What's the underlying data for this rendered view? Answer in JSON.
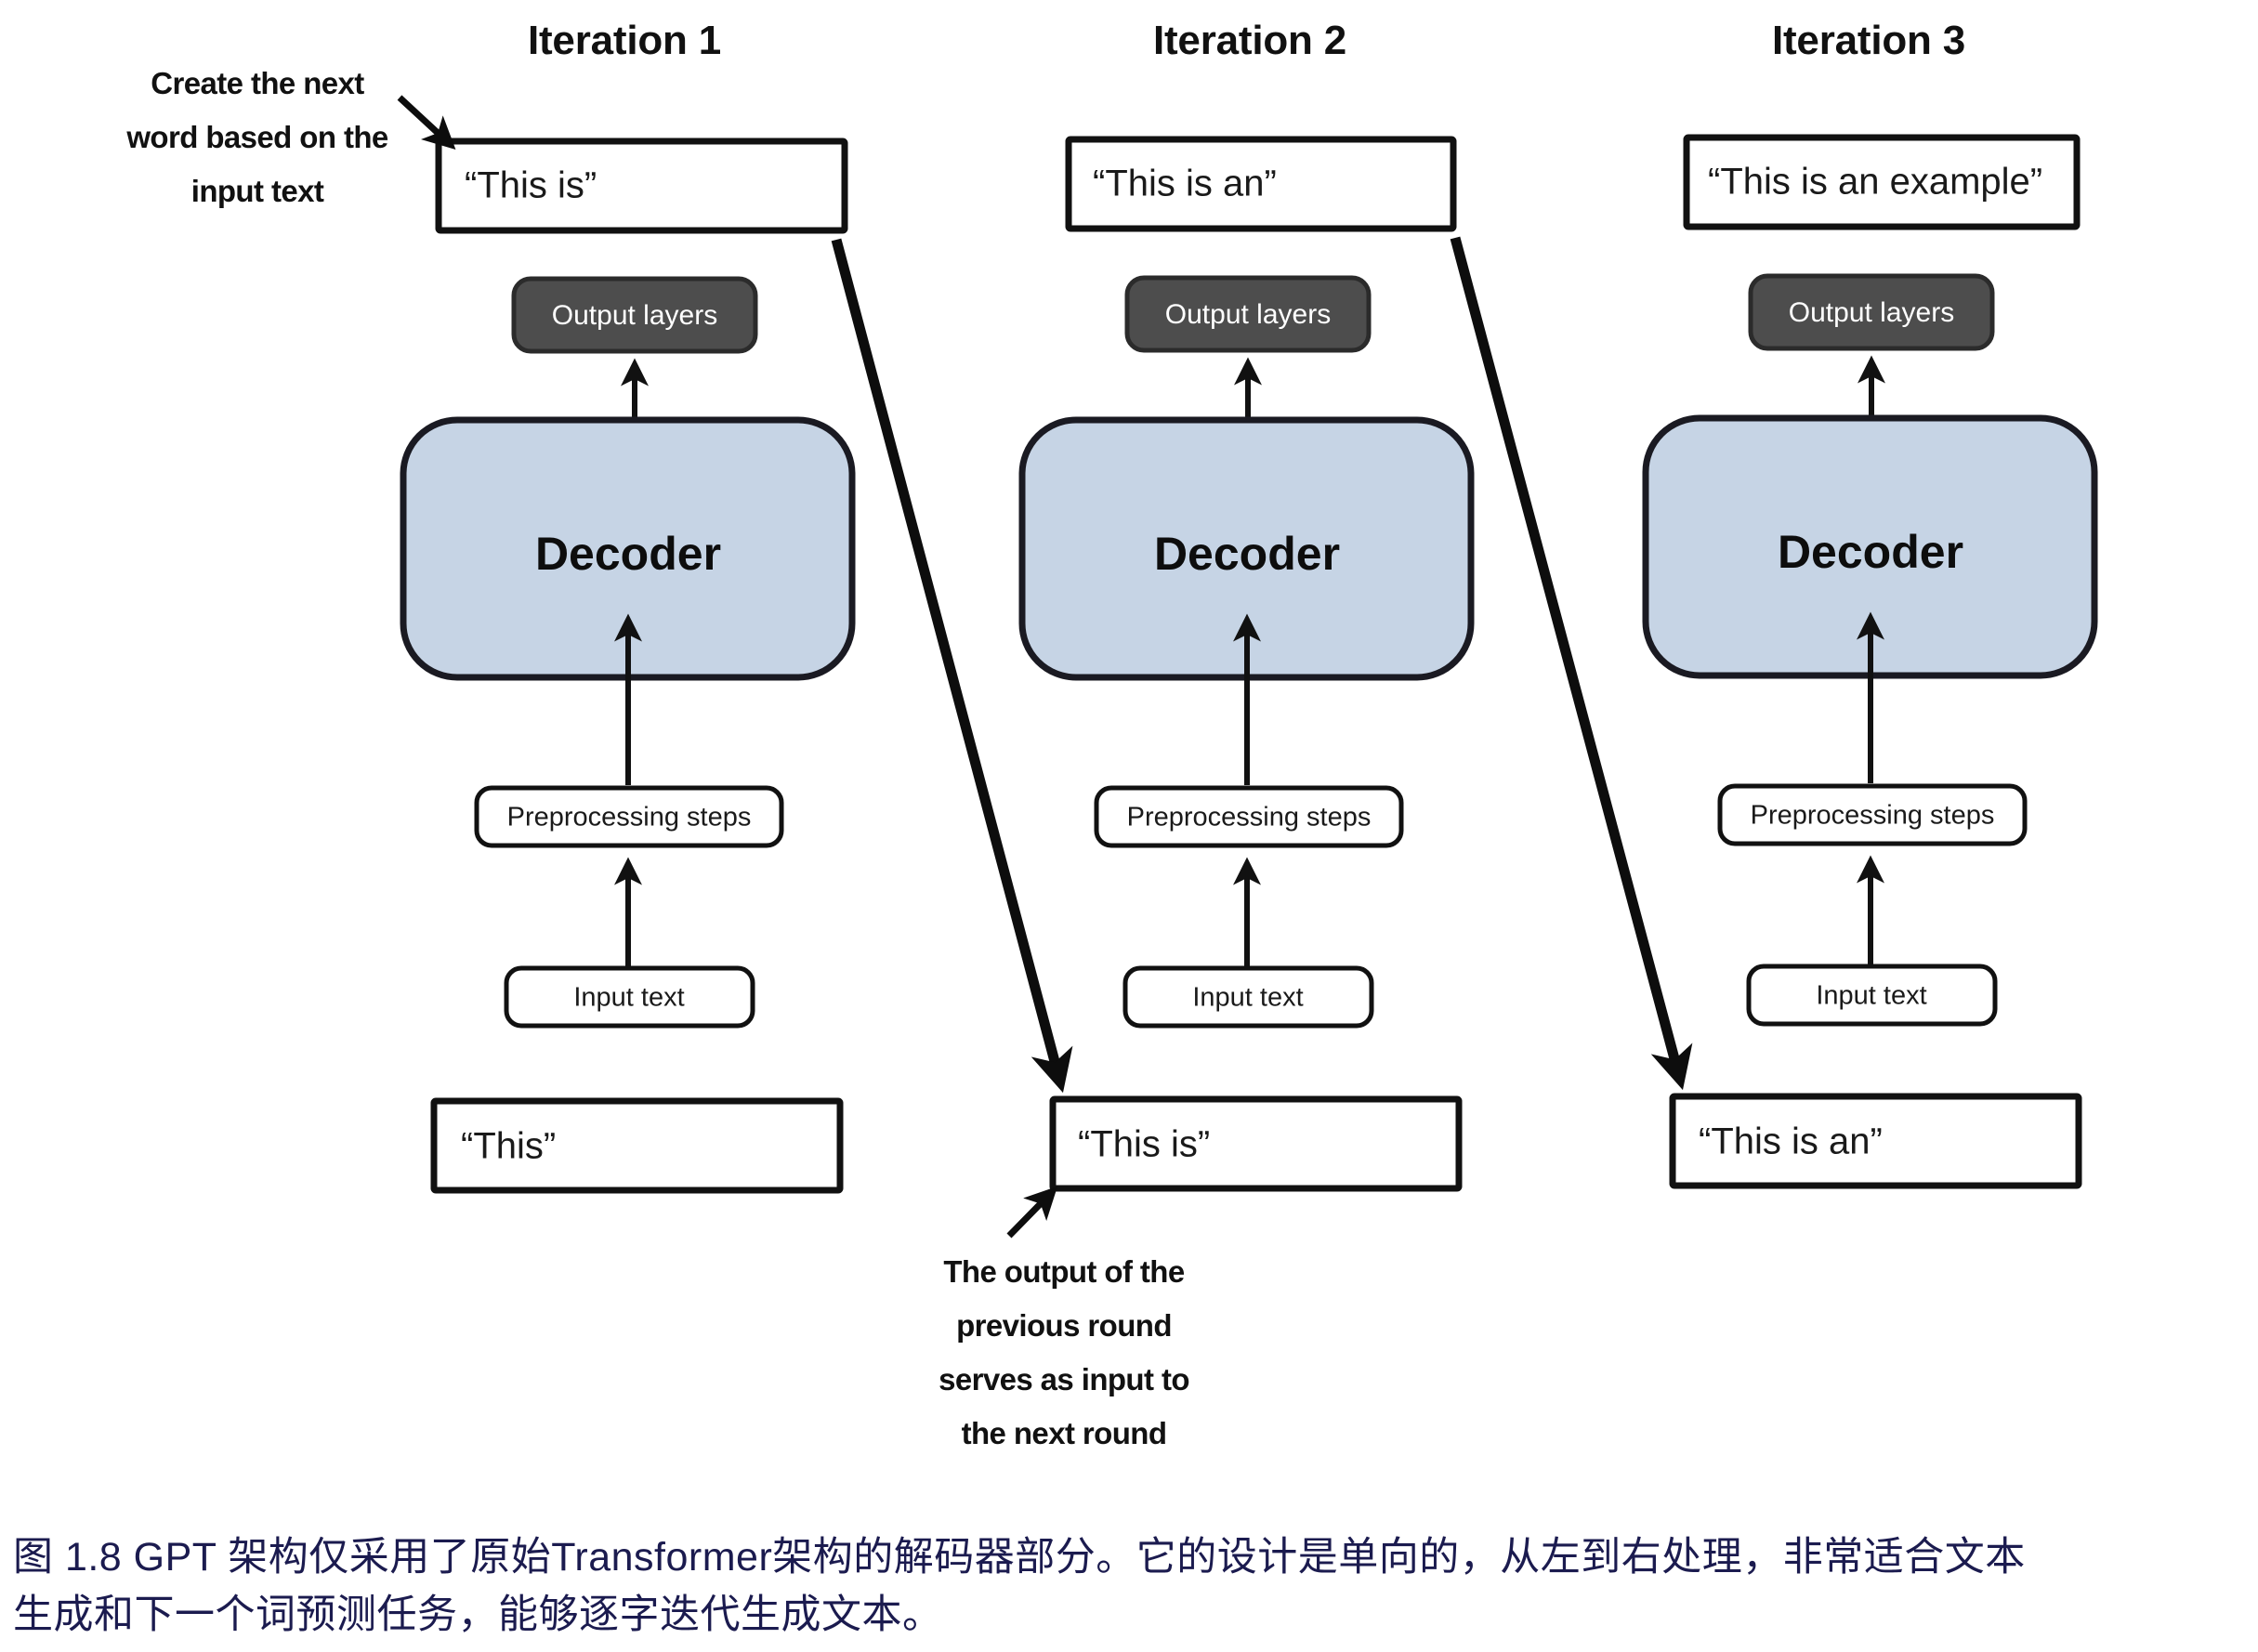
{
  "figure": {
    "id": "figure-1-8",
    "background_color": "#ffffff",
    "accent_decoder_color": "#c6d4e5",
    "output_layer_color": "#4d4d4d",
    "caption_color": "#1b1b4f"
  },
  "columns": [
    {
      "title": "Iteration 1",
      "top_output_text": "“This is”",
      "output_layers_label": "Output layers",
      "decoder_label": "Decoder",
      "preprocessing_label": "Preprocessing steps",
      "input_text_label": "Input text",
      "bottom_input_text": "“This”"
    },
    {
      "title": "Iteration 2",
      "top_output_text": "“This is an”",
      "output_layers_label": "Output layers",
      "decoder_label": "Decoder",
      "preprocessing_label": "Preprocessing steps",
      "input_text_label": "Input text",
      "bottom_input_text": "“This is”"
    },
    {
      "title": "Iteration 3",
      "top_output_text": "“This is an example”",
      "output_layers_label": "Output layers",
      "decoder_label": "Decoder",
      "preprocessing_label": "Preprocessing steps",
      "input_text_label": "Input text",
      "bottom_input_text": "“This is an”"
    }
  ],
  "annotations": {
    "top_left": {
      "name": "create-next-word-note",
      "lines": [
        "Create the next",
        "word based on the",
        "input text"
      ]
    },
    "bottom_middle": {
      "name": "output-feeds-next-round-note",
      "lines": [
        "The output of the",
        "previous round",
        "serves as input to",
        "the next round"
      ]
    }
  },
  "caption": {
    "lines": [
      "图 1.8  GPT 架构仅采用了原始Transformer架构的解码器部分。它的设计是单向的，从左到右处理，非常适合文本",
      "生成和下一个词预测任务，能够逐字迭代生成文本。"
    ]
  }
}
